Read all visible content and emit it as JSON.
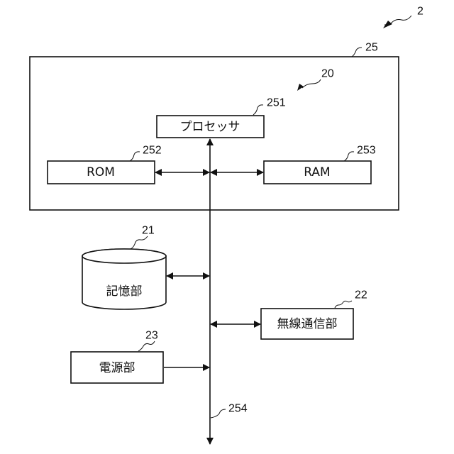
{
  "figure": {
    "device_ref": "2",
    "controller_ref": "20",
    "board": {
      "ref": "25"
    },
    "processor": {
      "ref": "251",
      "label": "プロセッサ"
    },
    "rom": {
      "ref": "252",
      "label": "ROM"
    },
    "ram": {
      "ref": "253",
      "label": "RAM"
    },
    "bus": {
      "ref": "254"
    },
    "storage": {
      "ref": "21",
      "label": "記憶部"
    },
    "wireless": {
      "ref": "22",
      "label": "無線通信部"
    },
    "power": {
      "ref": "23",
      "label": "電源部"
    }
  }
}
